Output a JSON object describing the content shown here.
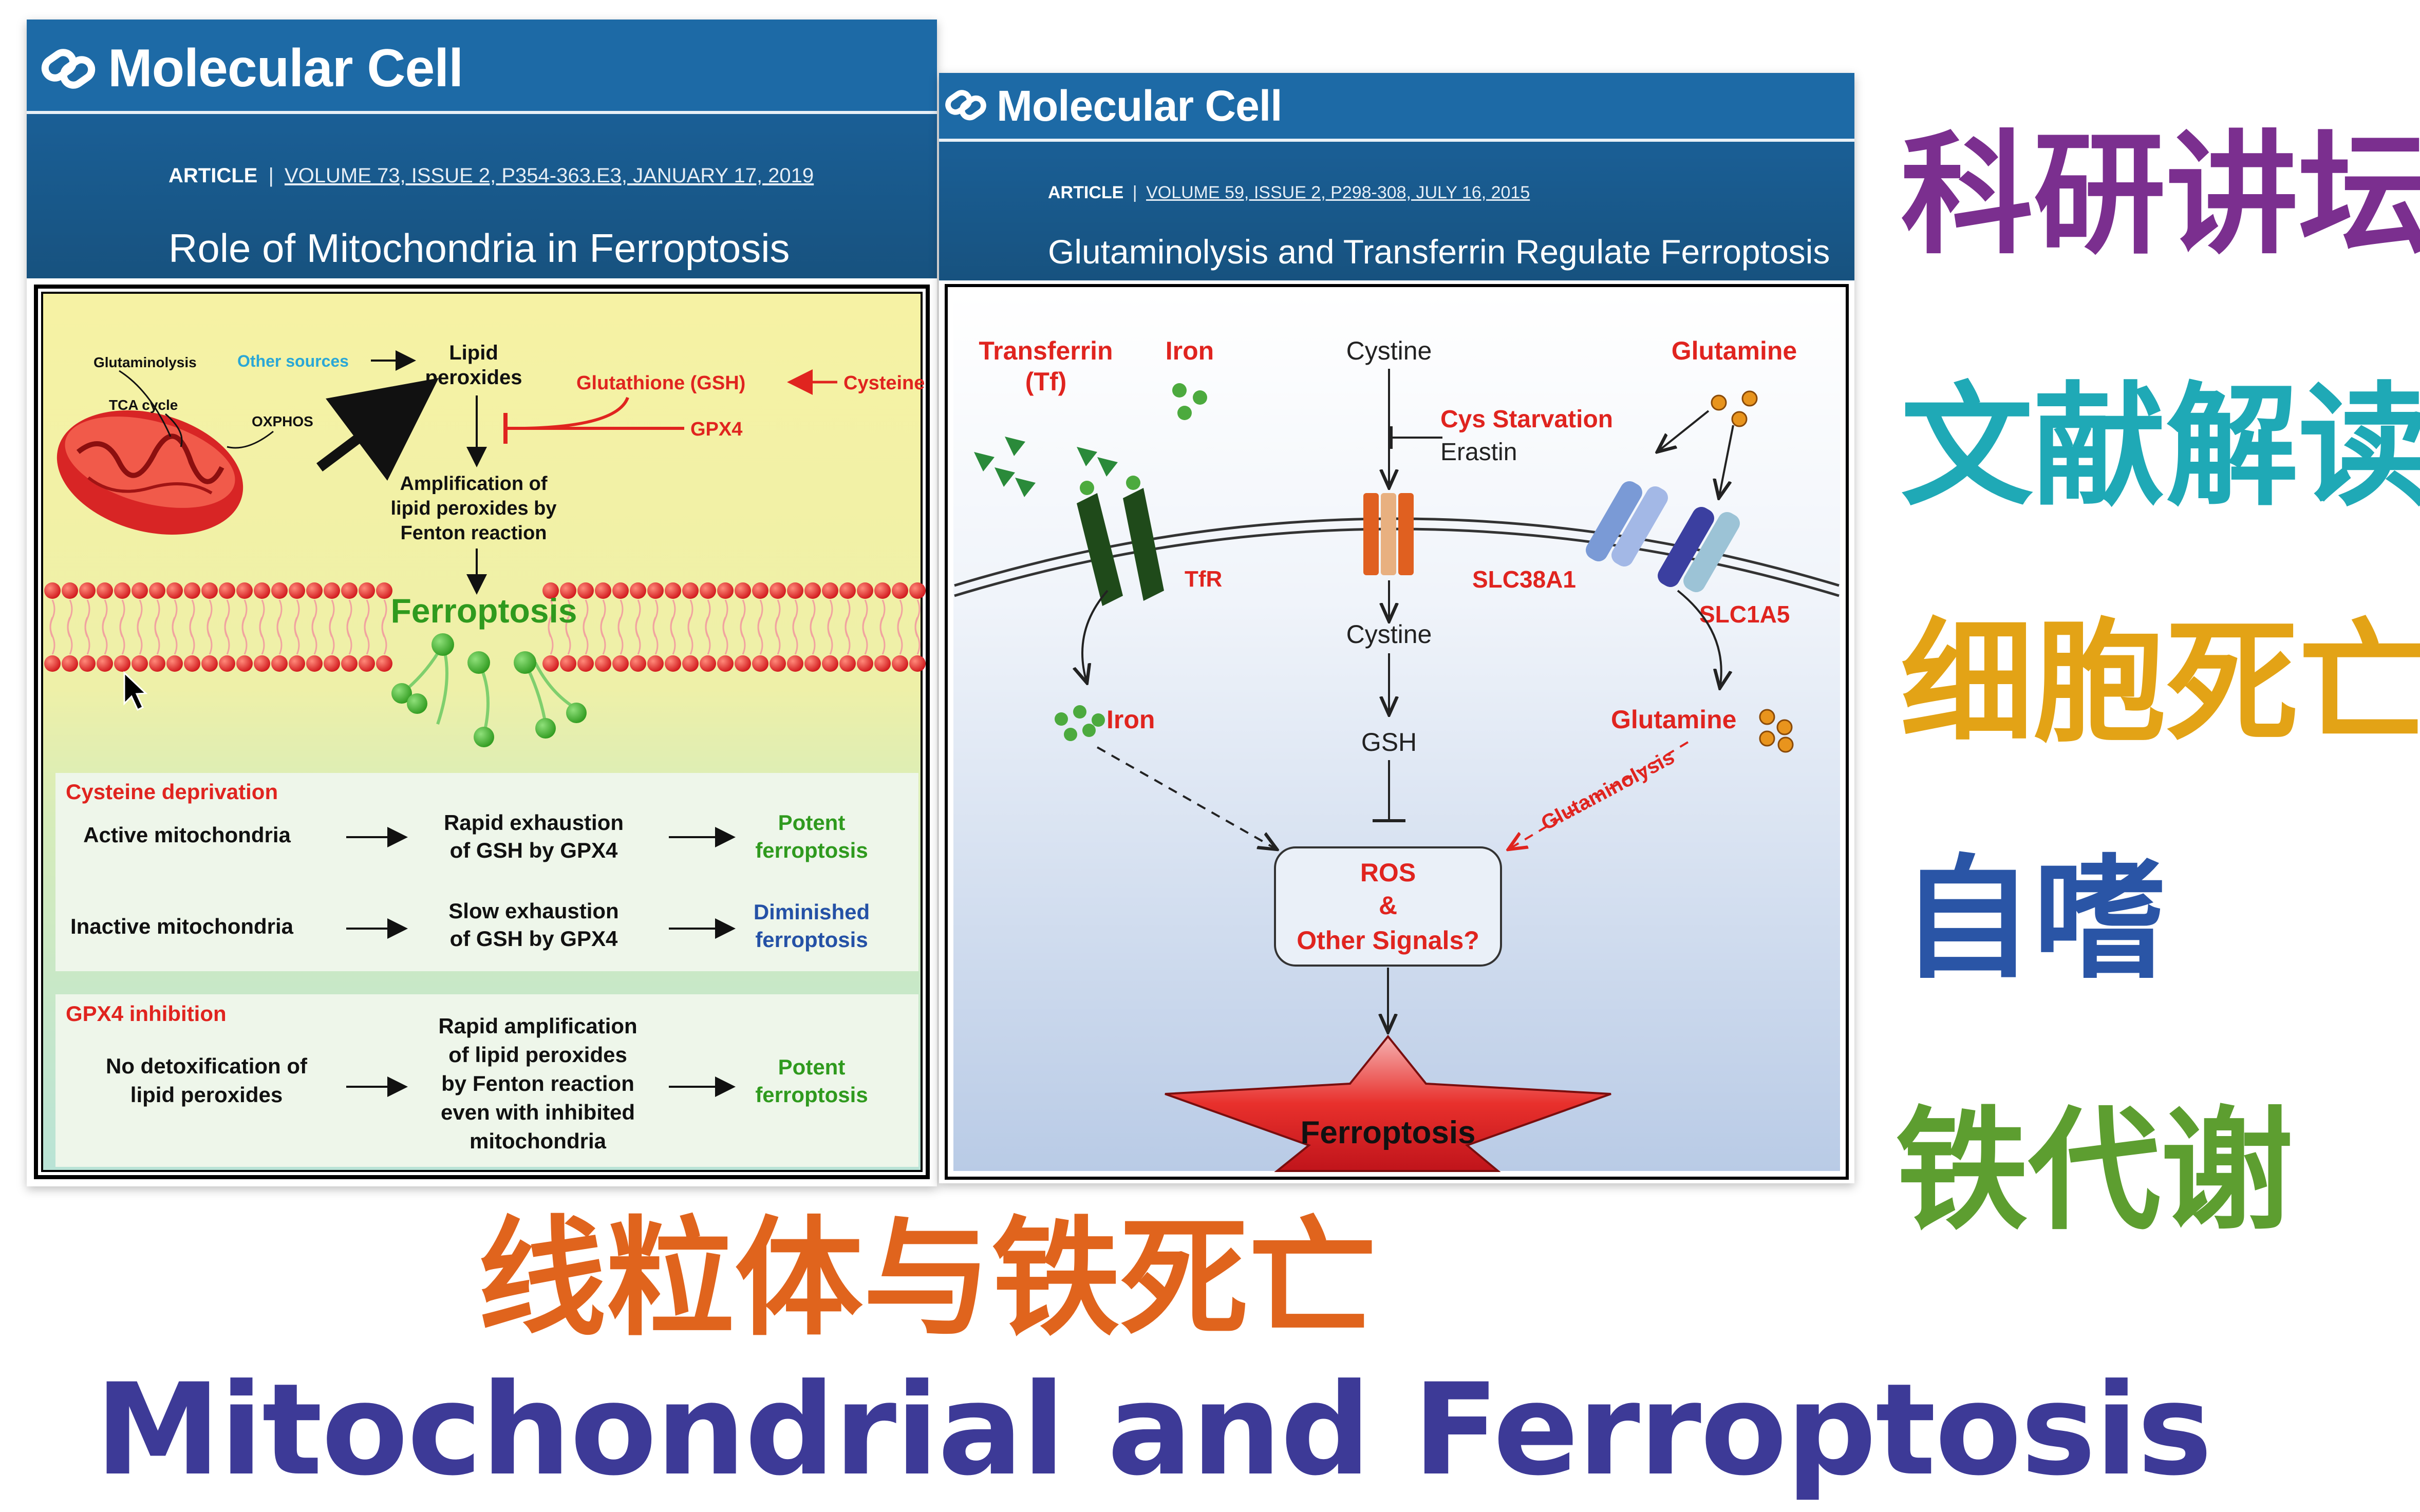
{
  "left_article": {
    "journal": "Molecular Cell",
    "article_label": "ARTICLE",
    "separator": "|",
    "citation": "VOLUME 73, ISSUE 2, P354-363.E3, JANUARY 17, 2019",
    "title": "Role of Mitochondria in Ferroptosis"
  },
  "right_article": {
    "journal": "Molecular Cell",
    "article_label": "ARTICLE",
    "separator": "|",
    "citation": "VOLUME 59, ISSUE 2, P298-308, JULY 16, 2015",
    "title": "Glutaminolysis and Transferrin Regulate Ferroptosis"
  },
  "left_figure": {
    "glutaminolysis": "Glutaminolysis",
    "tca": "TCA cycle",
    "oxphos": "OXPHOS",
    "other_sources": "Other sources",
    "lipid_peroxides_1": "Lipid",
    "lipid_peroxides_2": "peroxides",
    "gsh": "Glutathione (GSH)",
    "cysteine": "Cysteine",
    "gpx4": "GPX4",
    "amp_1": "Amplification of",
    "amp_2": "lipid peroxides by",
    "amp_3": "Fenton reaction",
    "ferroptosis": "Ferroptosis",
    "box1_title": "Cysteine deprivation",
    "box1_row1": [
      "Active mitochondria",
      "Rapid exhaustion",
      "of GSH by GPX4",
      "Potent",
      "ferroptosis"
    ],
    "box1_row2": [
      "Inactive mitochondria",
      "Slow exhaustion",
      "of GSH by GPX4",
      "Diminished",
      "ferroptosis"
    ],
    "box2_title": "GPX4 inhibition",
    "box2_left": [
      "No detoxification of",
      "lipid peroxides"
    ],
    "box2_mid": [
      "Rapid amplification",
      "of lipid peroxides",
      "by Fenton reaction",
      "even with inhibited",
      "mitochondria"
    ],
    "box2_right": [
      "Potent",
      "ferroptosis"
    ]
  },
  "right_figure": {
    "transferrin_1": "Transferrin",
    "transferrin_2": "(Tf)",
    "iron_top": "Iron",
    "cystine_top": "Cystine",
    "glutamine_top": "Glutamine",
    "cys_starvation": "Cys Starvation",
    "erastin": "Erastin",
    "tfr": "TfR",
    "slc38a1": "SLC38A1",
    "slc1a5": "SLC1A5",
    "cystine_mid": "Cystine",
    "iron_in": "Iron",
    "glutamine_in": "Glutamine",
    "gsh": "GSH",
    "glutaminolysis": "Glutaminolysis",
    "ros_1": "ROS",
    "ros_2": "&",
    "ros_3": "Other Signals?",
    "ferroptosis": "Ferroptosis"
  },
  "side_tags": [
    {
      "text": "科研讲坛",
      "color": "#7b2f8f"
    },
    {
      "text": "文献解读",
      "color": "#1fa9b6"
    },
    {
      "text": "细胞死亡",
      "color": "#e3a316"
    },
    {
      "text": "自嗜",
      "color": "#2a55a6"
    },
    {
      "text": "铁代谢",
      "color": "#5d9e30"
    }
  ],
  "bottom_title_cn": "线粒体与铁死亡",
  "bottom_title_en": "Mitochondrial and Ferroptosis"
}
